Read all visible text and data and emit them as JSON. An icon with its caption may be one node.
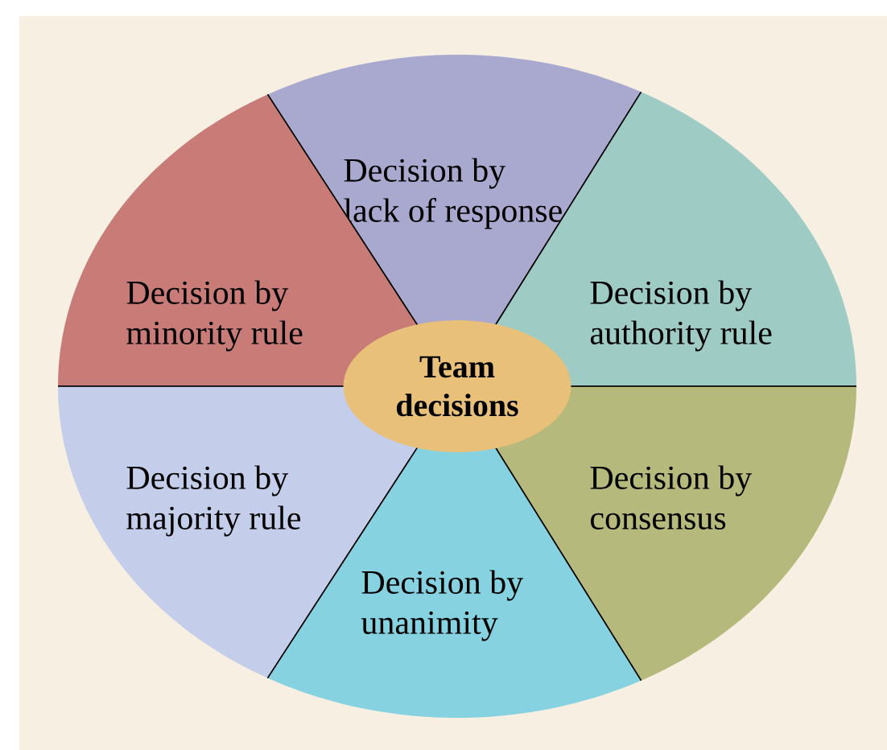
{
  "diagram": {
    "nodes": [
      {
        "text": [
          "Decision by lack of response"
        ]
      },
      {
        "text": [
          "Decision by minority rule"
        ]
      },
      {
        "text": [
          "Decision by authority rule"
        ]
      },
      {
        "text": [
          "Team decisions"
        ]
      },
      {
        "text": [
          "Decision by majority rule"
        ]
      },
      {
        "text": [
          "Decision by consensus"
        ]
      },
      {
        "text": [
          "Decision by unanimity"
        ]
      }
    ]
  }
}
